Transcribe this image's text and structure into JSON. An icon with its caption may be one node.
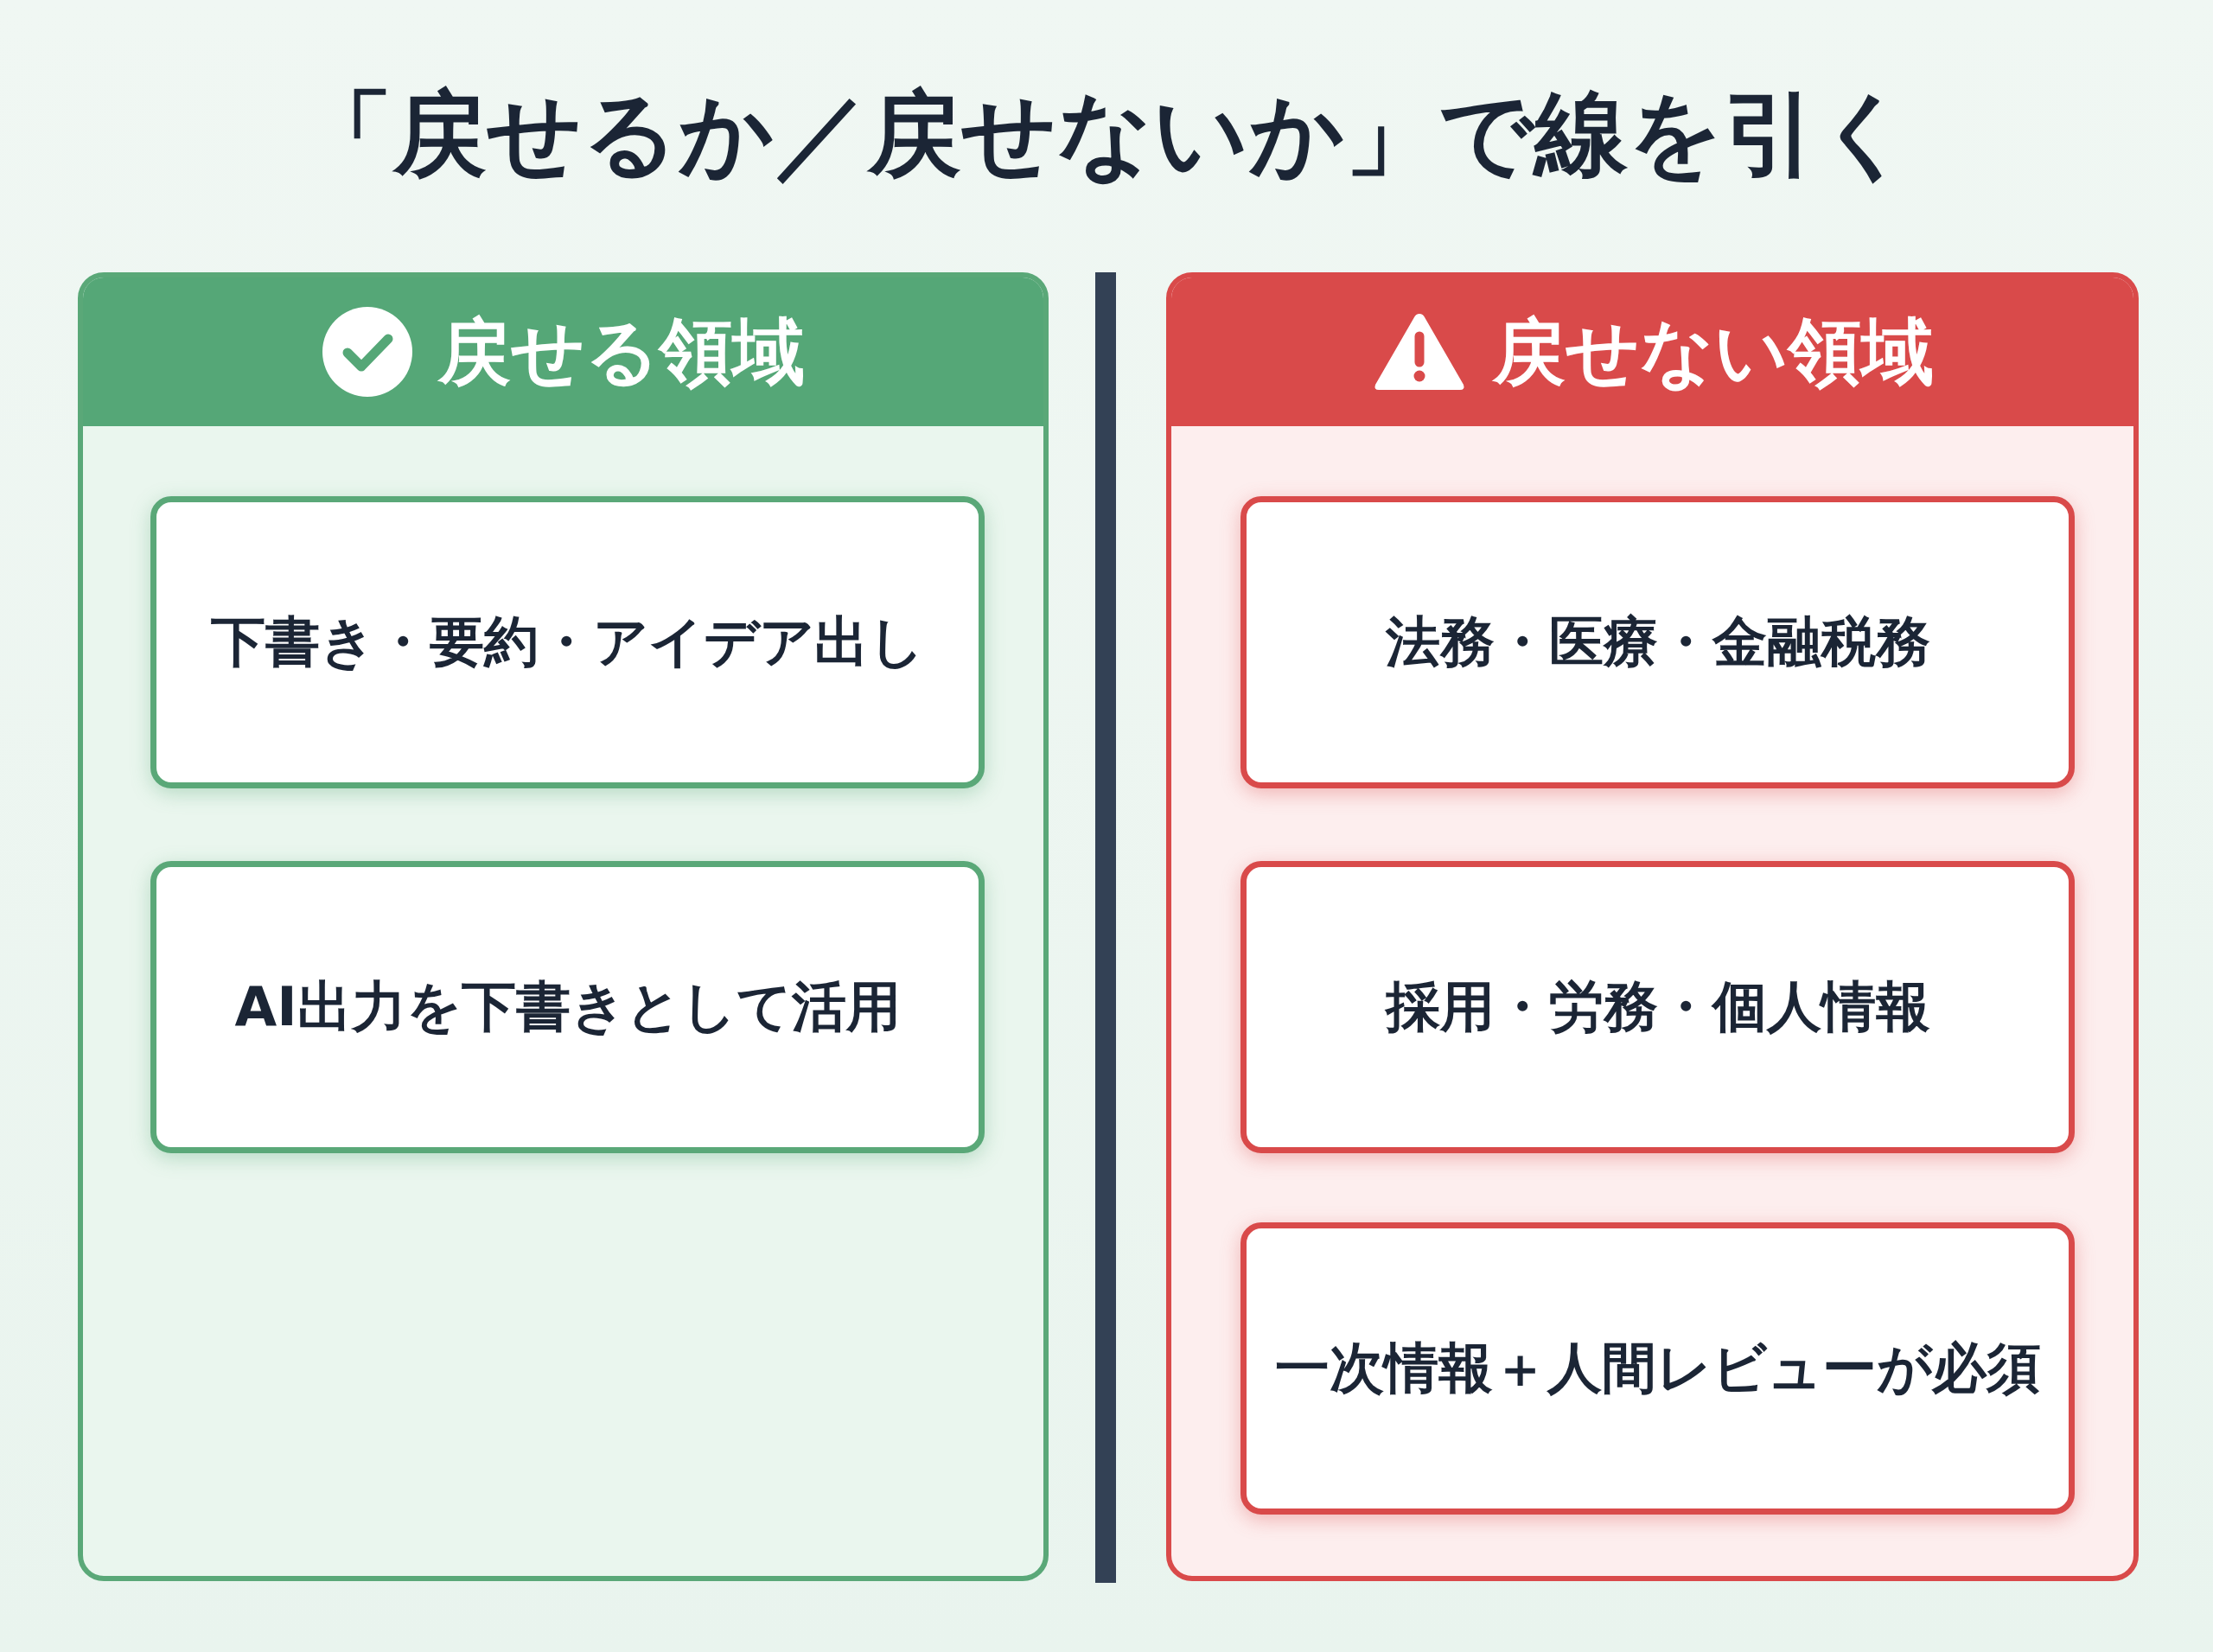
{
  "diagram": {
    "title": "「戻せるか／戻せないか」で線を引く",
    "nodes": [
      {
        "text": [
          "戻せる領域"
        ]
      },
      {
        "text": [
          "下書き・要約・アイデア出し"
        ],
        "in": 0
      },
      {
        "text": [
          "AI出力を下書きとして活用"
        ],
        "in": 0
      },
      {
        "text": [],
        "shape": "bar"
      },
      {
        "text": [
          "戻せない領域"
        ]
      },
      {
        "text": [
          "法務・医療・金融税務"
        ],
        "in": 4
      },
      {
        "text": [
          "採用・労務・個人情報"
        ],
        "in": 4
      },
      {
        "text": [
          "一次情報＋人間レビューが必須"
        ],
        "in": 4
      }
    ],
    "edges": []
  }
}
